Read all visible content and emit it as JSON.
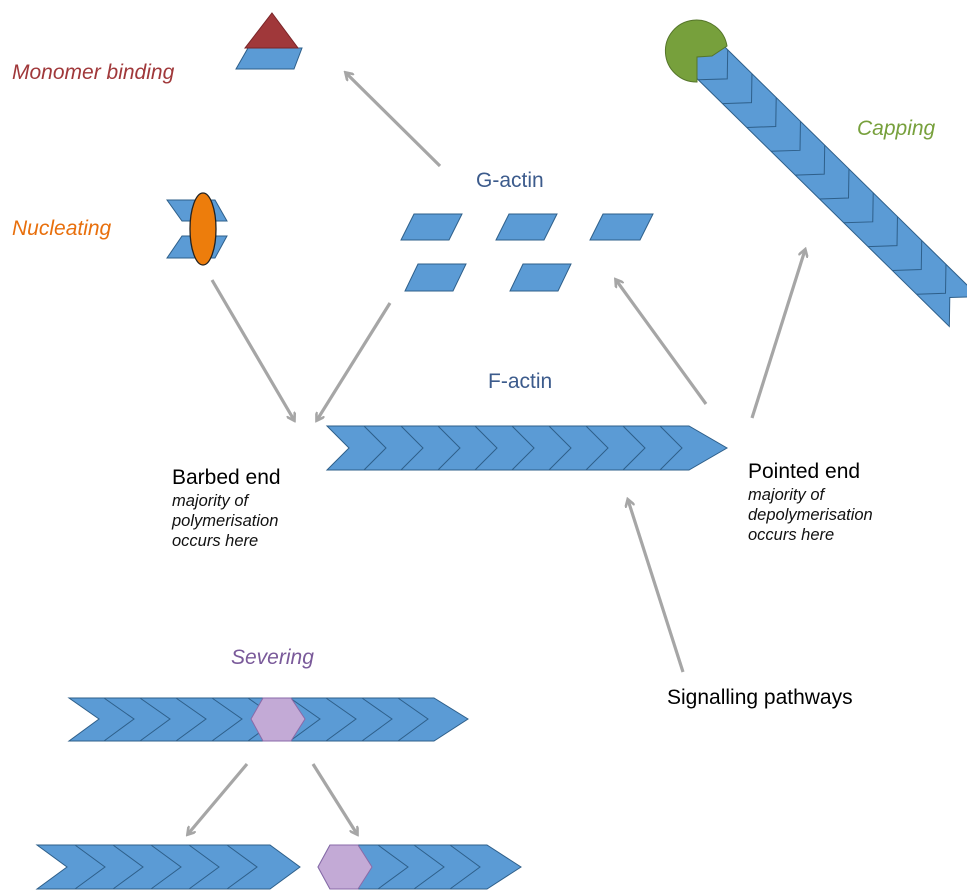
{
  "labels": {
    "monomer_binding": "Monomer binding",
    "capping": "Capping",
    "nucleating": "Nucleating",
    "g_actin": "G-actin",
    "f_actin": "F-actin",
    "barbed_end": "Barbed end",
    "barbed_note": [
      "majority of",
      "polymerisation",
      "occurs here"
    ],
    "pointed_end": "Pointed end",
    "pointed_note": [
      "majority of",
      "depolymerisation",
      "occurs here"
    ],
    "severing": "Severing",
    "signalling": "Signalling pathways"
  },
  "colors": {
    "actin": "#5b9bd5",
    "actin_stroke": "#2e5f8a",
    "monomer_binding": "#a0383a",
    "capping": "#77a03c",
    "nucleating": "#e86f0c",
    "severing": "#7a5a9a",
    "arrow": "#a6a6a6",
    "text": "#000000",
    "blue_text": "#3c5b8c"
  },
  "icons": {
    "monomer_binding_protein": "red-triangle",
    "capping_protein": "green-circle",
    "nucleator": "orange-ellipse",
    "severing_protein": "purple-hexagon"
  }
}
